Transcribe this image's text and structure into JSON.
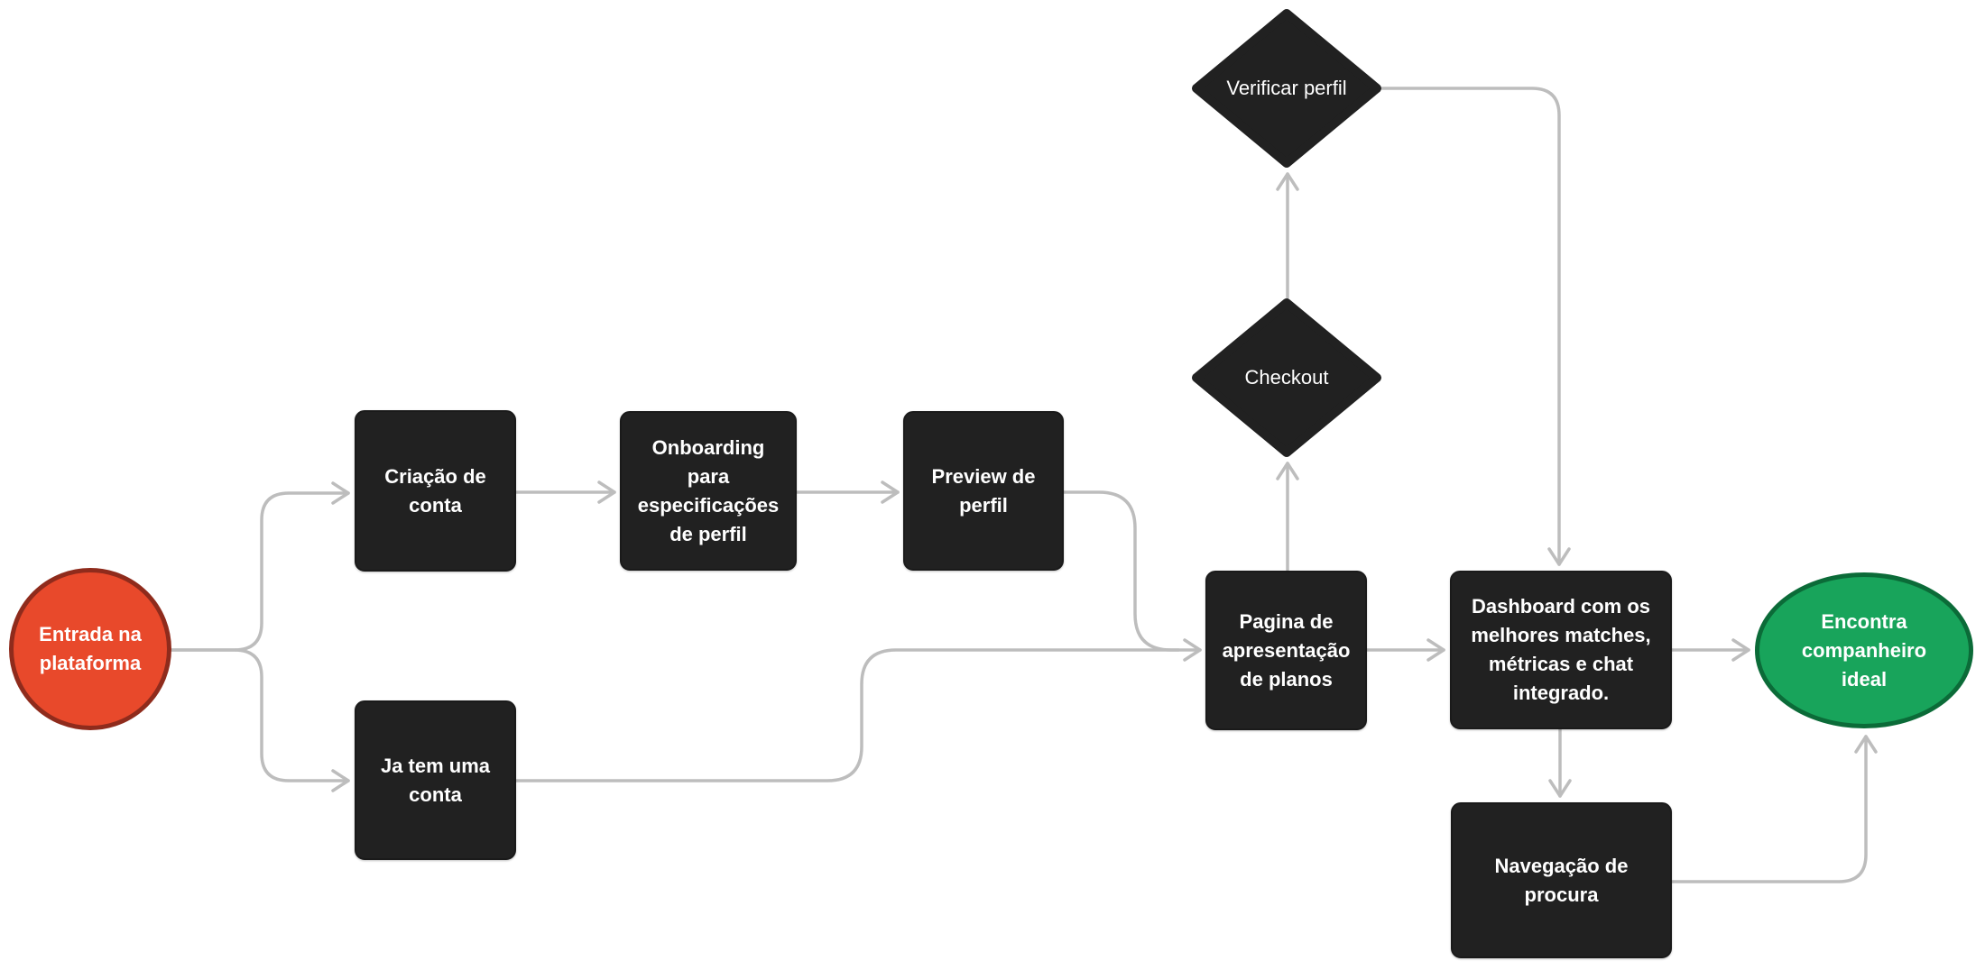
{
  "diagram": {
    "background_color": "#ffffff",
    "connector_color": "#bdbdbd",
    "process_fill": "#212121",
    "text_color": "#ffffff",
    "nodes": {
      "start": {
        "type": "start-circle",
        "label": "Entrada na plataforma",
        "fill": "#e8492b",
        "border": "#8f2b1c"
      },
      "criacao": {
        "type": "process",
        "label": "Criação de conta",
        "fill": "#212121"
      },
      "onboarding": {
        "type": "process",
        "label": "Onboarding para especificações de perfil",
        "fill": "#212121"
      },
      "preview": {
        "type": "process",
        "label": "Preview de perfil",
        "fill": "#212121"
      },
      "ja_tem": {
        "type": "process",
        "label": "Ja tem uma conta",
        "fill": "#212121"
      },
      "verificar": {
        "type": "decision-diamond",
        "label": "Verificar perfil",
        "fill": "#212121"
      },
      "checkout": {
        "type": "decision-diamond",
        "label": "Checkout",
        "fill": "#212121"
      },
      "pagina": {
        "type": "process",
        "label": "Pagina de apresentação de planos",
        "fill": "#212121"
      },
      "dashboard": {
        "type": "process",
        "label": "Dashboard com os melhores matches, métricas e chat integrado.",
        "fill": "#212121"
      },
      "navegacao": {
        "type": "process",
        "label": "Navegação de procura",
        "fill": "#212121"
      },
      "end": {
        "type": "end-ellipse",
        "label": "Encontra companheiro ideal",
        "fill": "#18a45b",
        "border": "#0b6b38"
      }
    },
    "edges": [
      {
        "from": "start",
        "to": "criacao"
      },
      {
        "from": "start",
        "to": "ja_tem"
      },
      {
        "from": "criacao",
        "to": "onboarding"
      },
      {
        "from": "onboarding",
        "to": "preview"
      },
      {
        "from": "preview",
        "to": "pagina"
      },
      {
        "from": "ja_tem",
        "to": "pagina"
      },
      {
        "from": "pagina",
        "to": "checkout"
      },
      {
        "from": "checkout",
        "to": "verificar"
      },
      {
        "from": "verificar",
        "to": "dashboard"
      },
      {
        "from": "pagina",
        "to": "dashboard"
      },
      {
        "from": "dashboard",
        "to": "end"
      },
      {
        "from": "dashboard",
        "to": "navegacao"
      },
      {
        "from": "navegacao",
        "to": "end"
      }
    ]
  }
}
